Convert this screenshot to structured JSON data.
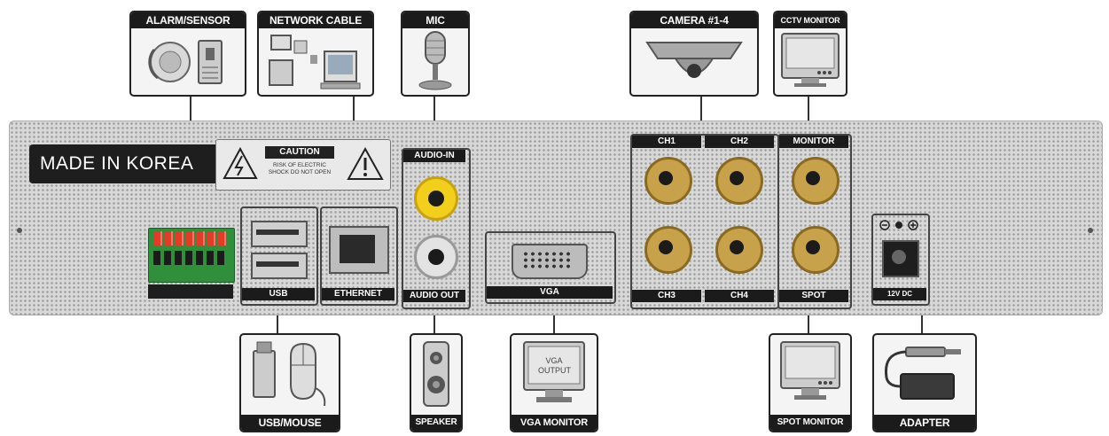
{
  "panel": {
    "made_in": "MADE IN KOREA",
    "caution_title": "CAUTION",
    "caution_text": "RISK OF ELECTRIC SHOCK DO NOT OPEN"
  },
  "ports": {
    "usb": "USB",
    "ethernet": "ETHERNET",
    "audio_in": "AUDIO-IN",
    "audio_out": "AUDIO OUT",
    "vga": "VGA",
    "ch1": "CH1",
    "ch2": "CH2",
    "ch3": "CH3",
    "ch4": "CH4",
    "monitor": "MONITOR",
    "spot": "SPOT",
    "power": "12V DC"
  },
  "callouts": {
    "alarm_sensor": "ALARM/SENSOR",
    "network_cable": "NETWORK CABLE",
    "mic": "MIC",
    "camera": "CAMERA #1-4",
    "cctv_monitor": "CCTV MONITOR",
    "usb_mouse": "USB/MOUSE",
    "speaker": "SPEAKER",
    "vga_monitor": "VGA MONITOR",
    "vga_screen_text": "VGA OUTPUT",
    "spot_monitor": "SPOT MONITOR",
    "adapter": "ADAPTER"
  },
  "colors": {
    "terminal_green": "#2f8f3a",
    "terminal_red": "#e23b2a",
    "rca_yellow": "#f2cf1a",
    "bnc_gold": "#c8a24a"
  }
}
